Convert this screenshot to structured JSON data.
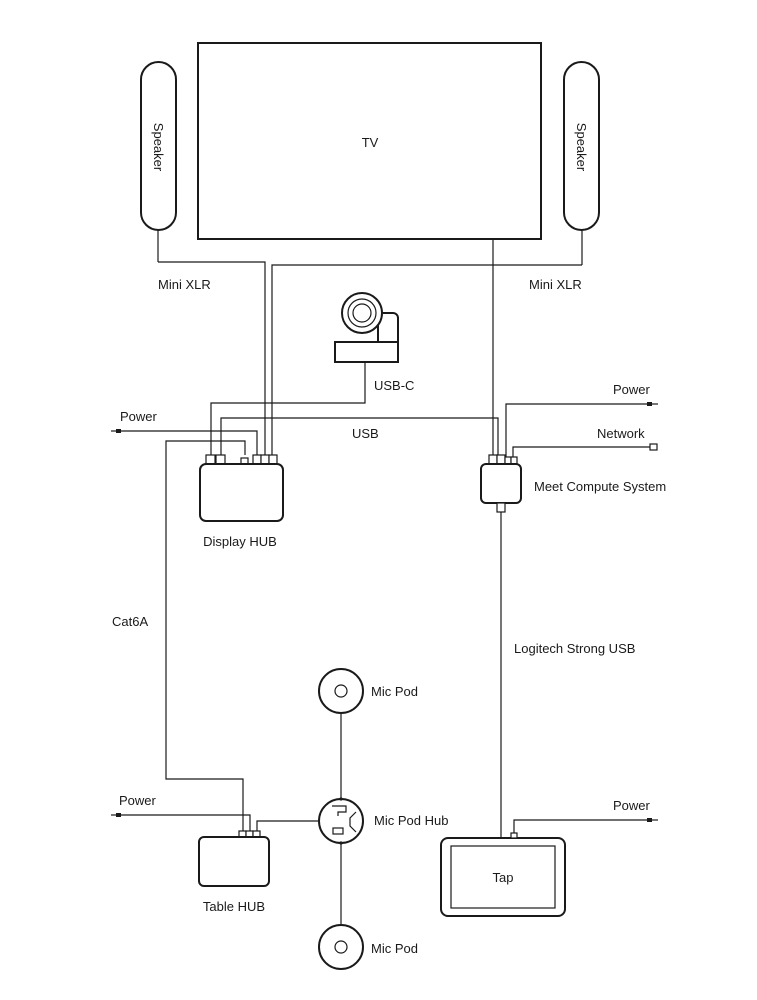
{
  "devices": {
    "tv": "TV",
    "speaker_left": "Speaker",
    "speaker_right": "Speaker",
    "display_hub": "Display HUB",
    "meet_compute": "Meet Compute System",
    "table_hub": "Table HUB",
    "mic_pod_hub": "Mic Pod Hub",
    "mic_pod_top": "Mic Pod",
    "mic_pod_bottom": "Mic Pod",
    "tap": "Tap"
  },
  "connections": {
    "mini_xlr_left": "Mini XLR",
    "mini_xlr_right": "Mini XLR",
    "usb_c": "USB-C",
    "usb": "USB",
    "power_display_hub": "Power",
    "power_compute": "Power",
    "network": "Network",
    "cat6a": "Cat6A",
    "strong_usb": "Logitech Strong USB",
    "power_table_hub": "Power",
    "power_tap": "Power"
  }
}
